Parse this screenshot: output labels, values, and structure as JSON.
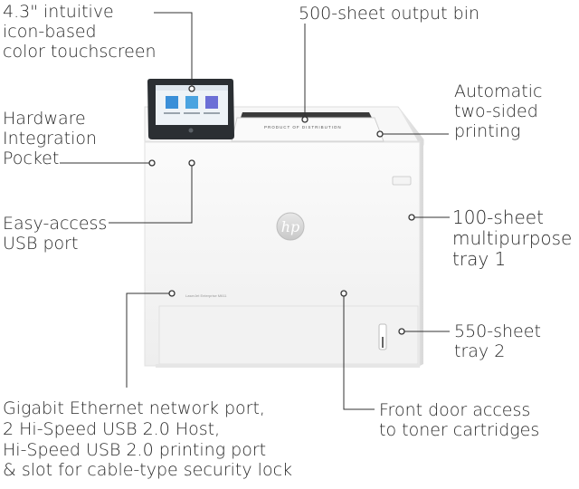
{
  "callouts": {
    "touchscreen": [
      "4.3\" intuitive",
      "icon-based",
      "color touchscreen"
    ],
    "output_bin": [
      "500-sheet output bin"
    ],
    "two_sided": [
      "Automatic",
      "two-sided",
      "printing"
    ],
    "hip": [
      "Hardware",
      "Integration",
      "Pocket"
    ],
    "usb": [
      "Easy-access",
      "USB port"
    ],
    "tray1": [
      "100-sheet",
      "multipurpose",
      "tray 1"
    ],
    "tray2": [
      "550-sheet",
      "tray 2"
    ],
    "ports": [
      "Gigabit Ethernet network port,",
      "2 Hi-Speed USB 2.0 Host,",
      "Hi-Speed USB 2.0 printing port",
      "& slot for cable-type security lock"
    ],
    "door": [
      "Front door access",
      "to toner cartridges"
    ]
  },
  "printer": {
    "logo": "hp",
    "model": "LaserJet Enterprise M611"
  },
  "colors": {
    "body": "#f4f4f4",
    "screen": "#2b2f33",
    "line": "#333333"
  }
}
